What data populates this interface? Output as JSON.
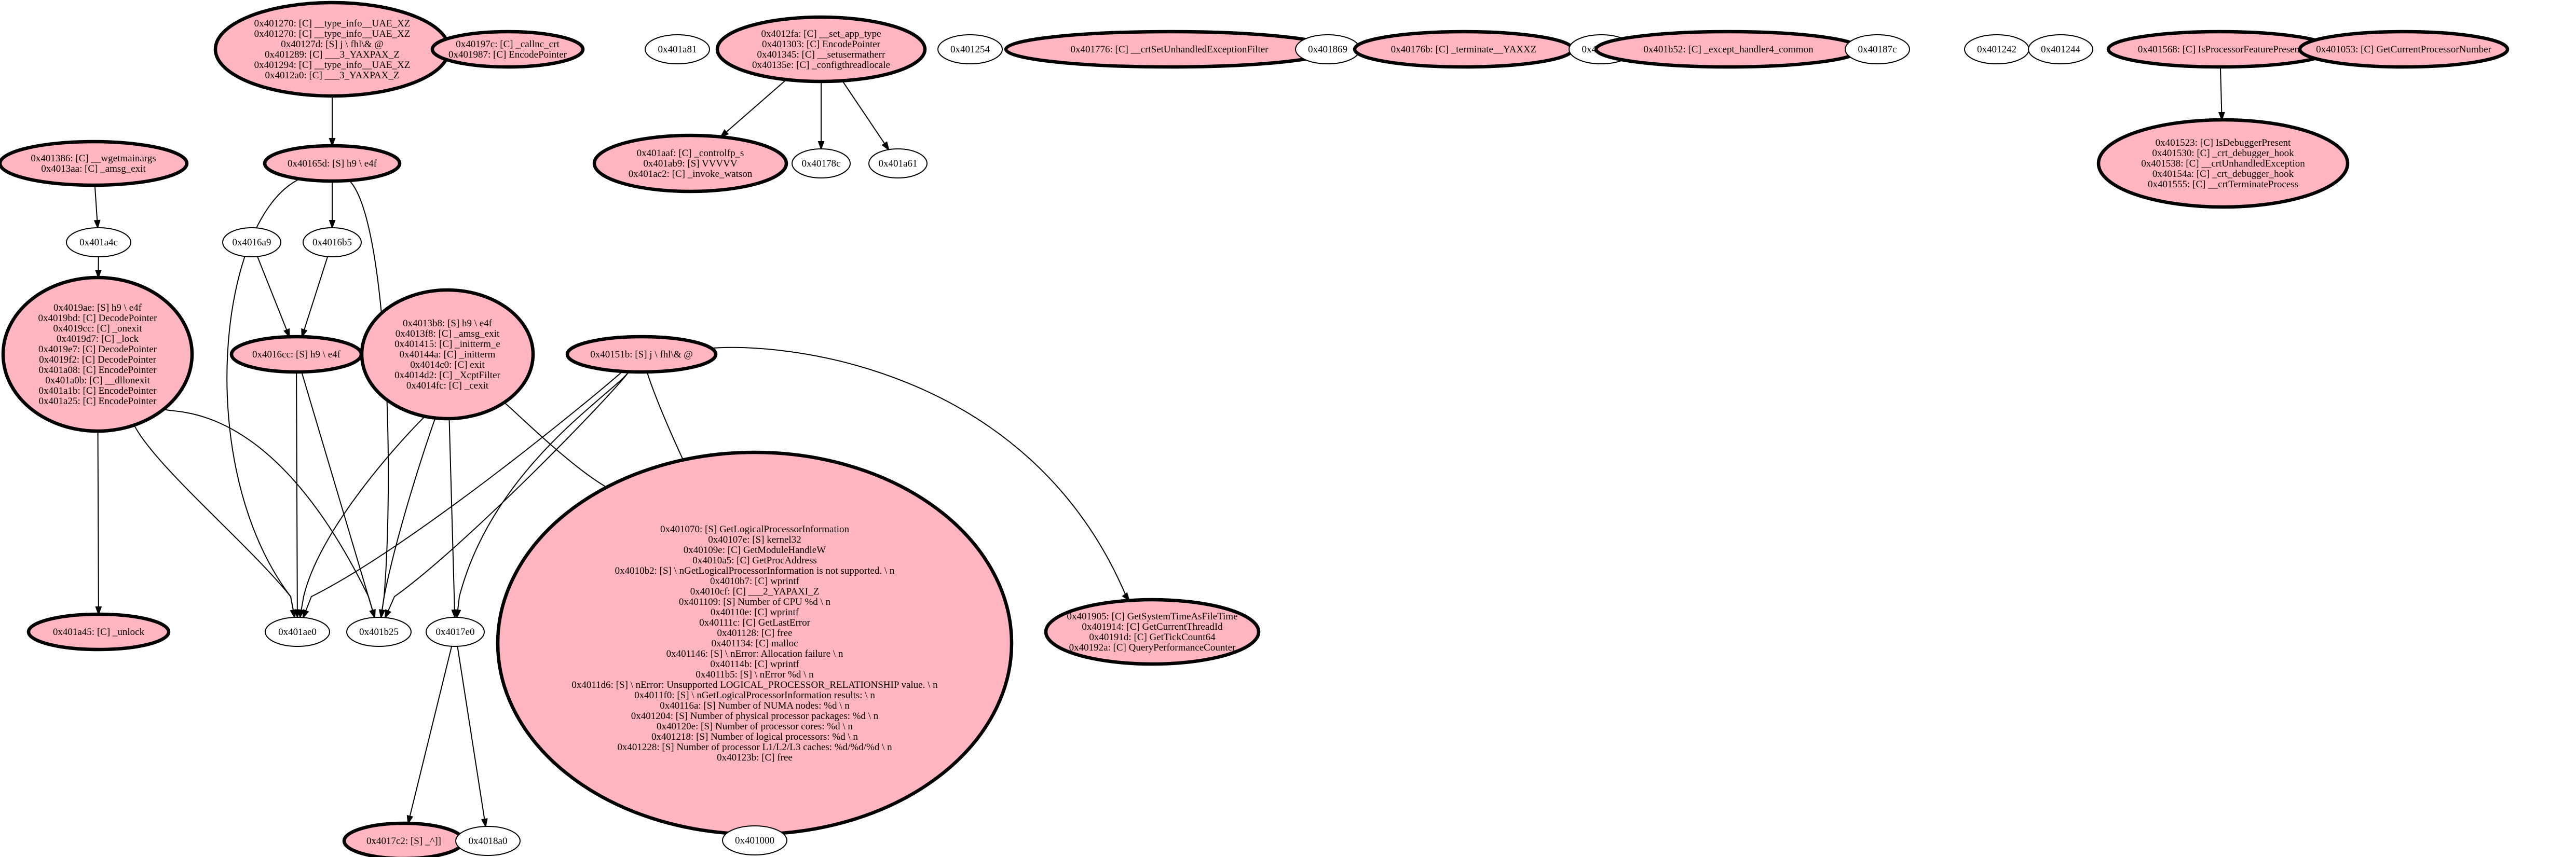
{
  "graph": {
    "nodes": [
      {
        "id": "n_type_info",
        "style": "highlight",
        "lines": [
          "0x401270: [C] __type_info__UAE_XZ",
          "0x401270: [C] __type_info__UAE_XZ",
          "0x40127d: [S] j \\ fhl\\& @",
          "0x401289: [C] ___3_YAXPAX_Z",
          "0x401294: [C] __type_info__UAE_XZ",
          "0x4012a0: [C] ___3_YAXPAX_Z"
        ]
      },
      {
        "id": "n_callnc",
        "style": "highlight",
        "lines": [
          "0x40197c: [C] _callnc_crt",
          "0x401987: [C] EncodePointer"
        ]
      },
      {
        "id": "n_401a81",
        "style": "plain",
        "lines": [
          "0x401a81"
        ]
      },
      {
        "id": "n_set_app_type",
        "style": "highlight",
        "lines": [
          "0x4012fa: [C] __set_app_type",
          "0x401303: [C] EncodePointer",
          "0x401345: [C] __setusermatherr",
          "0x40135e: [C] _configthreadlocale"
        ]
      },
      {
        "id": "n_401254",
        "style": "plain",
        "lines": [
          "0x401254"
        ]
      },
      {
        "id": "n_crtSetUnhandled",
        "style": "highlight",
        "lines": [
          "0x401776: [C] __crtSetUnhandledExceptionFilter"
        ]
      },
      {
        "id": "n_401869",
        "style": "plain",
        "lines": [
          "0x401869"
        ]
      },
      {
        "id": "n_terminate",
        "style": "highlight",
        "lines": [
          "0x40176b: [C] _terminate__YAXXZ"
        ]
      },
      {
        "id": "n_401a40",
        "style": "plain",
        "lines": [
          "0x401a40"
        ]
      },
      {
        "id": "n_except_handler",
        "style": "highlight",
        "lines": [
          "0x401b52: [C] _except_handler4_common"
        ]
      },
      {
        "id": "n_40187c",
        "style": "plain",
        "lines": [
          "0x40187c"
        ]
      },
      {
        "id": "n_401242",
        "style": "plain",
        "lines": [
          "0x401242"
        ]
      },
      {
        "id": "n_401244",
        "style": "plain",
        "lines": [
          "0x401244"
        ]
      },
      {
        "id": "n_isproc",
        "style": "highlight",
        "lines": [
          "0x401568: [C] IsProcessorFeaturePresent"
        ]
      },
      {
        "id": "n_getcurproc",
        "style": "highlight",
        "lines": [
          "0x401053: [C] GetCurrentProcessorNumber"
        ]
      },
      {
        "id": "n_getmainargs",
        "style": "highlight",
        "lines": [
          "0x401386: [C] __wgetmainargs",
          "0x4013aa: [C] _amsg_exit"
        ]
      },
      {
        "id": "n_40165d",
        "style": "highlight",
        "lines": [
          "0x40165d: [S] h9 \\ e4f"
        ]
      },
      {
        "id": "n_controlfp",
        "style": "highlight",
        "lines": [
          "0x401aaf: [C] _controlfp_s",
          "0x401ab9: [S] VVVVV",
          "0x401ac2: [C] _invoke_watson"
        ]
      },
      {
        "id": "n_40178c",
        "style": "plain",
        "lines": [
          "0x40178c"
        ]
      },
      {
        "id": "n_401a61",
        "style": "plain",
        "lines": [
          "0x401a61"
        ]
      },
      {
        "id": "n_isdebugger",
        "style": "highlight",
        "lines": [
          "0x401523: [C] IsDebuggerPresent",
          "0x401530: [C] _crt_debugger_hook",
          "0x401538: [C] __crtUnhandledException",
          "0x40154a: [C] _crt_debugger_hook",
          "0x401555: [C] __crtTerminateProcess"
        ]
      },
      {
        "id": "n_401a4c",
        "style": "plain",
        "lines": [
          "0x401a4c"
        ]
      },
      {
        "id": "n_4016a9",
        "style": "plain",
        "lines": [
          "0x4016a9"
        ]
      },
      {
        "id": "n_4016b5",
        "style": "plain",
        "lines": [
          "0x4016b5"
        ]
      },
      {
        "id": "n_decode",
        "style": "highlight",
        "lines": [
          "0x4019ae: [S] h9 \\ e4f",
          "0x4019bd: [C] DecodePointer",
          "0x4019cc: [C] _onexit",
          "0x4019d7: [C] _lock",
          "0x4019e7: [C] DecodePointer",
          "0x4019f2: [C] DecodePointer",
          "0x401a08: [C] EncodePointer",
          "0x401a0b: [C] __dllonexit",
          "0x401a1b: [C] EncodePointer",
          "0x401a25: [C] EncodePointer"
        ]
      },
      {
        "id": "n_4016cc",
        "style": "highlight",
        "lines": [
          "0x4016cc: [S] h9 \\ e4f"
        ]
      },
      {
        "id": "n_xcptfilter",
        "style": "highlight",
        "lines": [
          "0x4013b8: [S] h9 \\ e4f",
          "0x4013f8: [C] _amsg_exit",
          "0x401415: [C] _initterm_e",
          "0x40144a: [C] _initterm",
          "0x4014c0: [C] exit",
          "0x4014d2: [C] _XcptFilter",
          "0x4014fc: [C] _cexit"
        ]
      },
      {
        "id": "n_40151b",
        "style": "highlight",
        "lines": [
          "0x40151b: [S] j \\ fhl\\& @"
        ]
      },
      {
        "id": "n_logical_proc",
        "style": "highlight",
        "lines": [
          "0x401070: [S] GetLogicalProcessorInformation",
          "0x40107e: [S] kernel32",
          "0x40109e: [C] GetModuleHandleW",
          "0x4010a5: [C] GetProcAddress",
          "0x4010b2: [S] \\ nGetLogicalProcessorInformation is not supported. \\ n",
          "0x4010b7: [C] wprintf",
          "0x4010cf: [C] ___2_YAPAXI_Z",
          "0x401109: [S] Number of CPU %d \\ n",
          "0x40110e: [C] wprintf",
          "0x40111c: [C] GetLastError",
          "0x401128: [C] free",
          "0x401134: [C] malloc",
          "0x401146: [S] \\ nError: Allocation failure \\ n",
          "0x40114b: [C] wprintf",
          "0x4011b5: [S] \\ nError %d \\ n",
          "0x4011d6: [S] \\ nError: Unsupported LOGICAL_PROCESSOR_RELATIONSHIP value. \\ n",
          "0x4011f0: [S] \\ nGetLogicalProcessorInformation results: \\ n",
          "0x40116a: [S] Number of NUMA nodes: %d \\ n",
          "0x401204: [S] Number of physical processor packages: %d \\ n",
          "0x40120e: [S] Number of processor cores: %d \\ n",
          "0x401218: [S] Number of logical processors: %d \\ n",
          "0x401228: [S] Number of processor L1/L2/L3 caches: %d/%d/%d \\ n",
          "0x40123b: [C] free"
        ]
      },
      {
        "id": "n_systime",
        "style": "highlight",
        "lines": [
          "0x401905: [C] GetSystemTimeAsFileTime",
          "0x401914: [C] GetCurrentThreadId",
          "0x40191d: [C] GetTickCount64",
          "0x40192a: [C] QueryPerformanceCounter"
        ]
      },
      {
        "id": "n_unlock",
        "style": "highlight",
        "lines": [
          "0x401a45: [C] _unlock"
        ]
      },
      {
        "id": "n_401ae0",
        "style": "plain",
        "lines": [
          "0x401ae0"
        ]
      },
      {
        "id": "n_401b25",
        "style": "plain",
        "lines": [
          "0x401b25"
        ]
      },
      {
        "id": "n_4017e0",
        "style": "plain",
        "lines": [
          "0x4017e0"
        ]
      },
      {
        "id": "n_401000",
        "style": "plain",
        "lines": [
          "0x401000"
        ]
      },
      {
        "id": "n_4017c2",
        "style": "highlight",
        "lines": [
          "0x4017c2: [S] _^]]"
        ]
      },
      {
        "id": "n_4018a0",
        "style": "plain",
        "lines": [
          "0x4018a0"
        ]
      }
    ]
  }
}
